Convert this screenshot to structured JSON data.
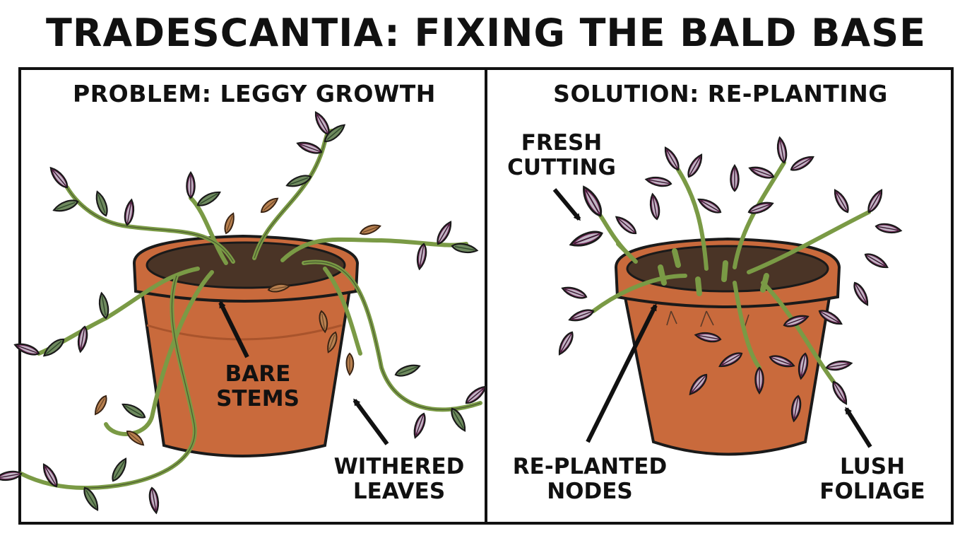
{
  "title": "TRADESCANTIA: FIXING THE BALD BASE",
  "panels": {
    "problem": {
      "heading": "PROBLEM: LEGGY GROWTH",
      "callouts": {
        "bare_stems": [
          "BARE",
          "STEMS"
        ],
        "withered_leaves": [
          "WITHERED",
          "LEAVES"
        ]
      }
    },
    "solution": {
      "heading": "SOLUTION: RE-PLANTING",
      "callouts": {
        "fresh_cutting": [
          "FRESH",
          "CUTTING"
        ],
        "replanted_nodes": [
          "RE-PLANTED",
          "NODES"
        ],
        "lush_foliage": [
          "LUSH",
          "FOLIAGE"
        ]
      }
    }
  },
  "colors": {
    "pot": "#c96a3c",
    "pot_shade": "#a9542c",
    "soil": "#4a3426",
    "stem": "#7a9a45",
    "leaf_purple": "#7a2a5e",
    "leaf_silver": "#c9c4cf",
    "leaf_green": "#6f8a5f",
    "leaf_dead": "#b8804f"
  },
  "icons": [
    "arrow-icon",
    "leaf-icon",
    "pot-icon"
  ]
}
